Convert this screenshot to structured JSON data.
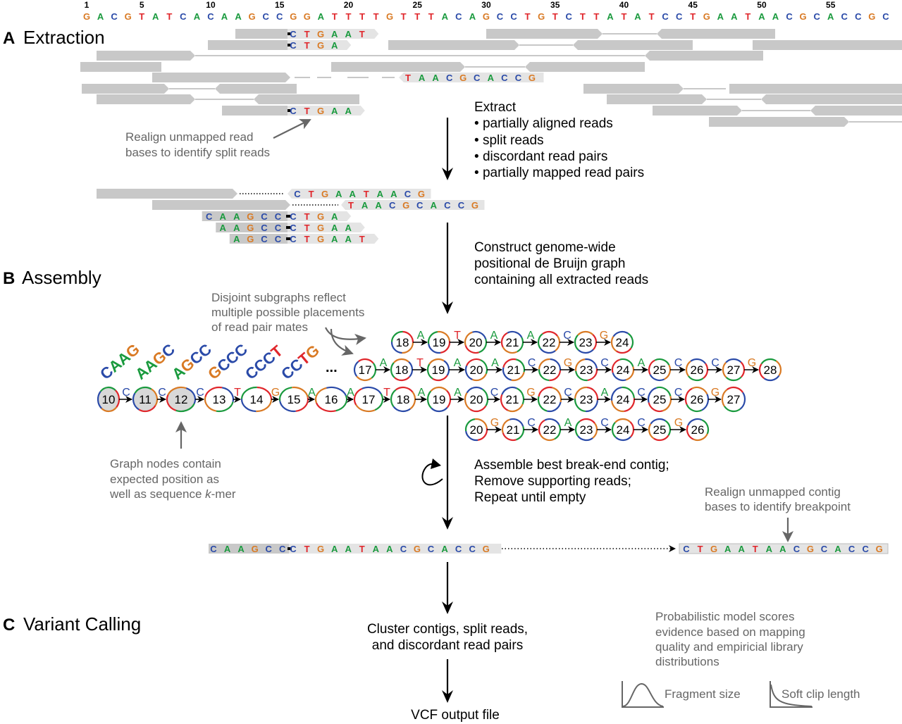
{
  "reference": {
    "position_labels": [
      "1",
      "5",
      "10",
      "15",
      "20",
      "25",
      "30",
      "35",
      "40",
      "45",
      "50",
      "55"
    ],
    "position_indices": [
      1,
      5,
      10,
      15,
      20,
      25,
      30,
      35,
      40,
      45,
      50,
      55
    ],
    "sequence": "GACGTATCACAAGCCGGATTTTGTTTACAGCCTGTCTTATATCCTGAATAACGCACCGC"
  },
  "base_colors": {
    "A": "#1a9a3e",
    "C": "#2a4aa8",
    "G": "#d97a24",
    "T": "#e0262b"
  },
  "sections": {
    "A": {
      "letter": "A",
      "title": "Extraction"
    },
    "B": {
      "letter": "B",
      "title": "Assembly"
    },
    "C": {
      "letter": "C",
      "title": "Variant Calling"
    }
  },
  "extraction": {
    "soft_clipped_reads": [
      "CTGAAT",
      "CTGA",
      "CTGAA"
    ],
    "mate_sequence": "TAACGCACCG",
    "realign_note": [
      "Realign unmapped read",
      "bases to identify split reads"
    ],
    "extract_heading": "Extract",
    "extract_items": [
      "partially aligned reads",
      "split reads",
      "discordant read pairs",
      "partially mapped read pairs"
    ]
  },
  "extracted_reads": [
    {
      "anchored": "",
      "unmapped": "CTGAATAACG",
      "type": "mate"
    },
    {
      "anchored": "",
      "unmapped": "TAACGCACCG",
      "type": "mate"
    },
    {
      "anchored": "CAAGCC",
      "unmapped": "CTGA",
      "type": "split"
    },
    {
      "anchored": "AAGCC",
      "unmapped": "CTGAA",
      "type": "split"
    },
    {
      "anchored": "AGCC",
      "unmapped": "CTGAAT",
      "type": "split"
    }
  ],
  "assembly": {
    "step_text": [
      "Construct genome-wide",
      "positional de Bruijn graph",
      "containing all extracted reads"
    ],
    "disjoint_note": [
      "Disjoint subgraphs reflect",
      "multiple possible placements",
      "of read pair mates"
    ],
    "node_note": [
      "Graph nodes contain",
      "expected position as",
      "well as sequence ",
      "k",
      "-mer"
    ],
    "kmers": [
      "CAAG",
      "AAGC",
      "AGCC",
      "GCCC",
      "CCCT",
      "CCTG"
    ],
    "ellipsis": "...",
    "main_path": {
      "nodes": [
        "10",
        "11",
        "12",
        "13",
        "14",
        "15",
        "16",
        "17",
        "18",
        "19",
        "20",
        "21",
        "22",
        "23",
        "24",
        "25",
        "26",
        "27"
      ],
      "edges": [
        "C",
        "C",
        "C",
        "T",
        "G",
        "A",
        "A",
        "T",
        "A",
        "A",
        "C",
        "G",
        "C",
        "A",
        "C",
        "C",
        "G"
      ],
      "highlighted_nodes": [
        "10",
        "11",
        "12"
      ]
    },
    "subgraph_1": {
      "nodes": [
        "18",
        "19",
        "20",
        "21",
        "22",
        "23",
        "24"
      ],
      "edges": [
        "A",
        "T",
        "A",
        "A",
        "C",
        "G"
      ]
    },
    "subgraph_2": {
      "nodes": [
        "17",
        "18",
        "19",
        "20",
        "21",
        "22",
        "23",
        "24",
        "25",
        "26",
        "27",
        "28"
      ],
      "edges": [
        "A",
        "T",
        "A",
        "A",
        "C",
        "G",
        "C",
        "A",
        "C",
        "C",
        "G"
      ]
    },
    "subgraph_3": {
      "nodes": [
        "20",
        "21",
        "22",
        "23",
        "24",
        "25",
        "26"
      ],
      "edges": [
        "G",
        "C",
        "A",
        "C",
        "C",
        "G"
      ]
    },
    "loop_text": [
      "Assemble best break-end contig;",
      "Remove supporting reads;",
      "Repeat until empty"
    ],
    "contig_anchored": "CAAGCC",
    "contig_unmapped": "CTGAATAACGCACCG",
    "realigned_contig": "CTGAATAACGCACCG",
    "breakpoint_note": [
      "Realign unmapped contig",
      "bases to identify breakpoint"
    ]
  },
  "variant_calling": {
    "cluster_text": [
      "Cluster contigs, split reads,",
      "and discordant read pairs"
    ],
    "output_text": "VCF output file",
    "model_note": [
      "Probabilistic model scores",
      "evidence based on mapping",
      "quality and empiricial library",
      "distributions"
    ],
    "fragment_size_label": "Fragment size",
    "soft_clip_label": "Soft clip length"
  }
}
